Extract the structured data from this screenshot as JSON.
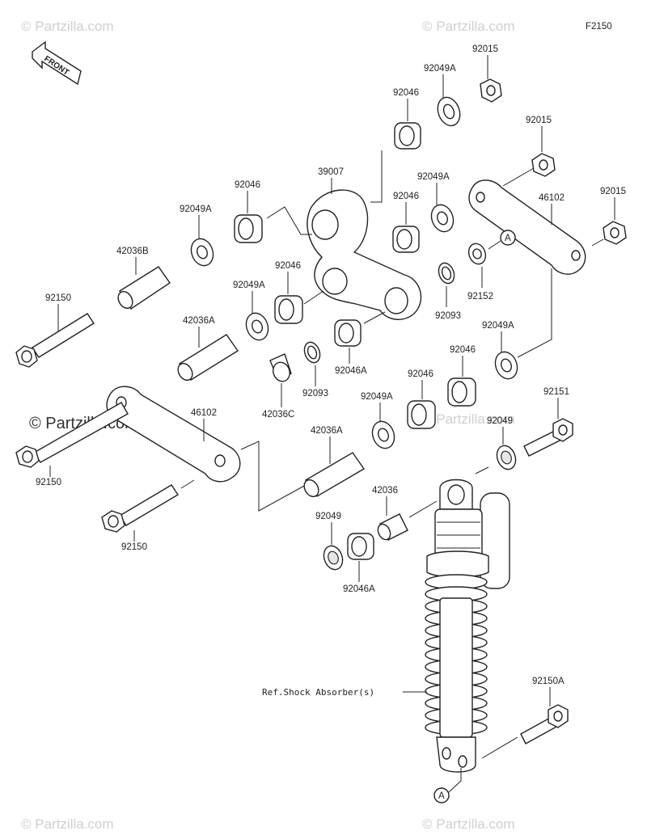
{
  "figure_code": "F2150",
  "front_label": "FRONT",
  "callout_a": "A",
  "ref_label": "Ref.Shock Absorber(s)",
  "watermark": "© Partzilla.com",
  "part_labels": {
    "p92015_top": "92015",
    "p92049A_top": "92049A",
    "p92046_top": "92046",
    "p39007": "39007",
    "p92046_left": "92046",
    "p92049A_left": "92049A",
    "p42036B": "42036B",
    "p92150_top": "92150",
    "p92015_mid": "92015",
    "p92049A_mid": "92049A",
    "p92046_mid": "92046",
    "p46102_right": "46102",
    "p92015_right": "92015",
    "p92046_center": "92046",
    "p92049A_center": "92049A",
    "p42036A_top": "42036A",
    "p92093_right": "92093",
    "p92152": "92152",
    "p92049A_right": "92049A",
    "p92046A_top": "92046A",
    "p92093_lower": "92093",
    "p42036C": "42036C",
    "p92046_r2": "92046",
    "p92046_r3": "92046",
    "p92049A_r3": "92049A",
    "p92151": "92151",
    "p46102_left": "46102",
    "p42036A_mid": "42036A",
    "p92049_r": "92049",
    "p92150_left": "92150",
    "p42036": "42036",
    "p92150_bottom": "92150",
    "p92049_low": "92049",
    "p92046A_low": "92046A",
    "p92150A": "92150A"
  }
}
